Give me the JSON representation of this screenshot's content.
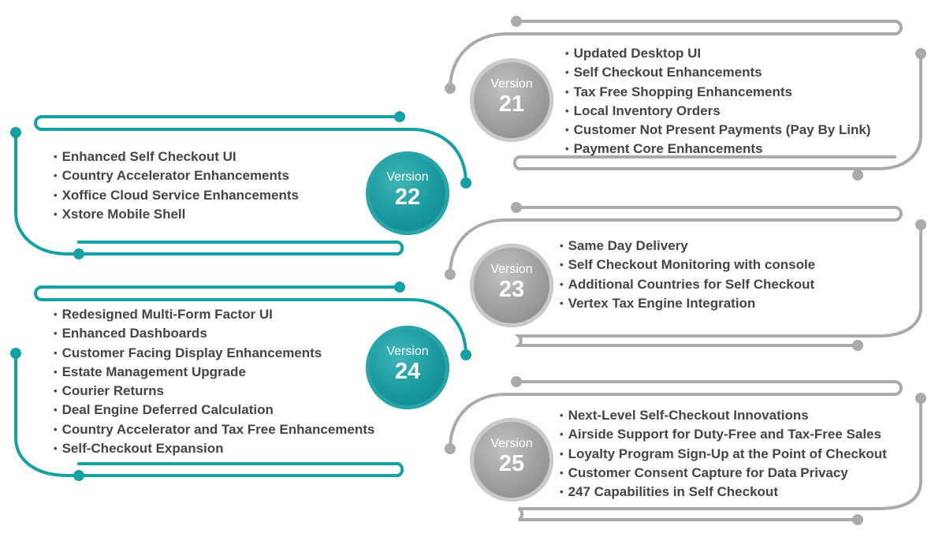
{
  "colors": {
    "teal": "#13a1a6",
    "gray": "#a8aaac",
    "text": "#454545"
  },
  "versions": [
    {
      "label": "Version",
      "number": "21",
      "style": "gray",
      "items": [
        "Updated Desktop UI",
        "Self Checkout Enhancements",
        "Tax Free Shopping Enhancements",
        "Local Inventory Orders",
        "Customer Not Present Payments (Pay By Link)",
        "Payment Core Enhancements"
      ]
    },
    {
      "label": "Version",
      "number": "22",
      "style": "teal",
      "items": [
        "Enhanced Self Checkout UI",
        "Country Accelerator Enhancements",
        "Xoffice Cloud Service Enhancements",
        "Xstore Mobile Shell"
      ]
    },
    {
      "label": "Version",
      "number": "23",
      "style": "gray",
      "items": [
        "Same Day Delivery",
        "Self Checkout Monitoring with console",
        "Additional Countries for Self Checkout",
        "Vertex Tax Engine Integration"
      ]
    },
    {
      "label": "Version",
      "number": "24",
      "style": "teal",
      "items": [
        "Redesigned Multi-Form Factor UI",
        "Enhanced Dashboards",
        "Customer Facing Display Enhancements",
        "Estate Management Upgrade",
        "Courier Returns",
        "Deal Engine Deferred Calculation",
        "Country Accelerator and Tax Free Enhancements",
        "Self-Checkout Expansion"
      ]
    },
    {
      "label": "Version",
      "number": "25",
      "style": "gray",
      "items": [
        "Next-Level Self-Checkout Innovations",
        "Airside Support for Duty-Free and Tax-Free Sales",
        "Loyalty Program Sign-Up at the Point of Checkout",
        "Customer Consent Capture for Data Privacy",
        "247 Capabilities in Self Checkout"
      ]
    }
  ]
}
